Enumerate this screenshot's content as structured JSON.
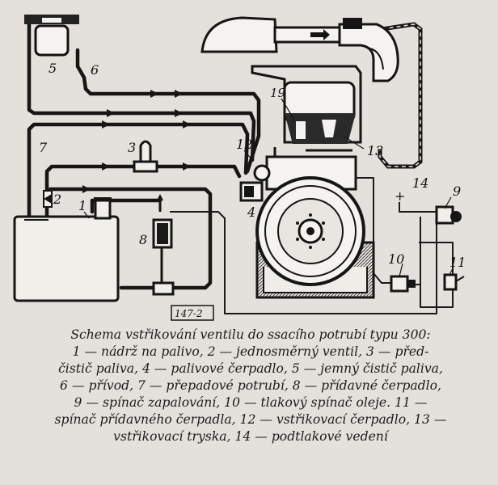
{
  "figure": {
    "ref": "147-2",
    "labels": {
      "n1": "1",
      "n2": "2",
      "n3": "3",
      "n4": "4",
      "n5": "5",
      "n6": "6",
      "n7": "7",
      "n8": "8",
      "n9": "9",
      "n10": "10",
      "n11": "11",
      "n12": "12",
      "n13": "13",
      "n14": "14",
      "plus": "+"
    }
  },
  "caption": {
    "lines": [
      "Schema vstřikování ventilu do ssacího potrubí typu 300:",
      "1 — nádrž na palivo, 2 — jednosměrný ventil, 3 — před-",
      "čistič paliva, 4 — palivové čerpadlo, 5 — jemný čistič paliva,",
      "6 — přívod, 7 — přepadové potrubí, 8 — přídavné čerpadlo,",
      "9 — spínač zapalování, 10 — tlakový spínač oleje. 11 —",
      "spínač přídavného čerpadla, 12 — vstřikovací čerpadlo, 13 —",
      "vstřikovací tryska, 14 — podtlakové vedení"
    ]
  }
}
